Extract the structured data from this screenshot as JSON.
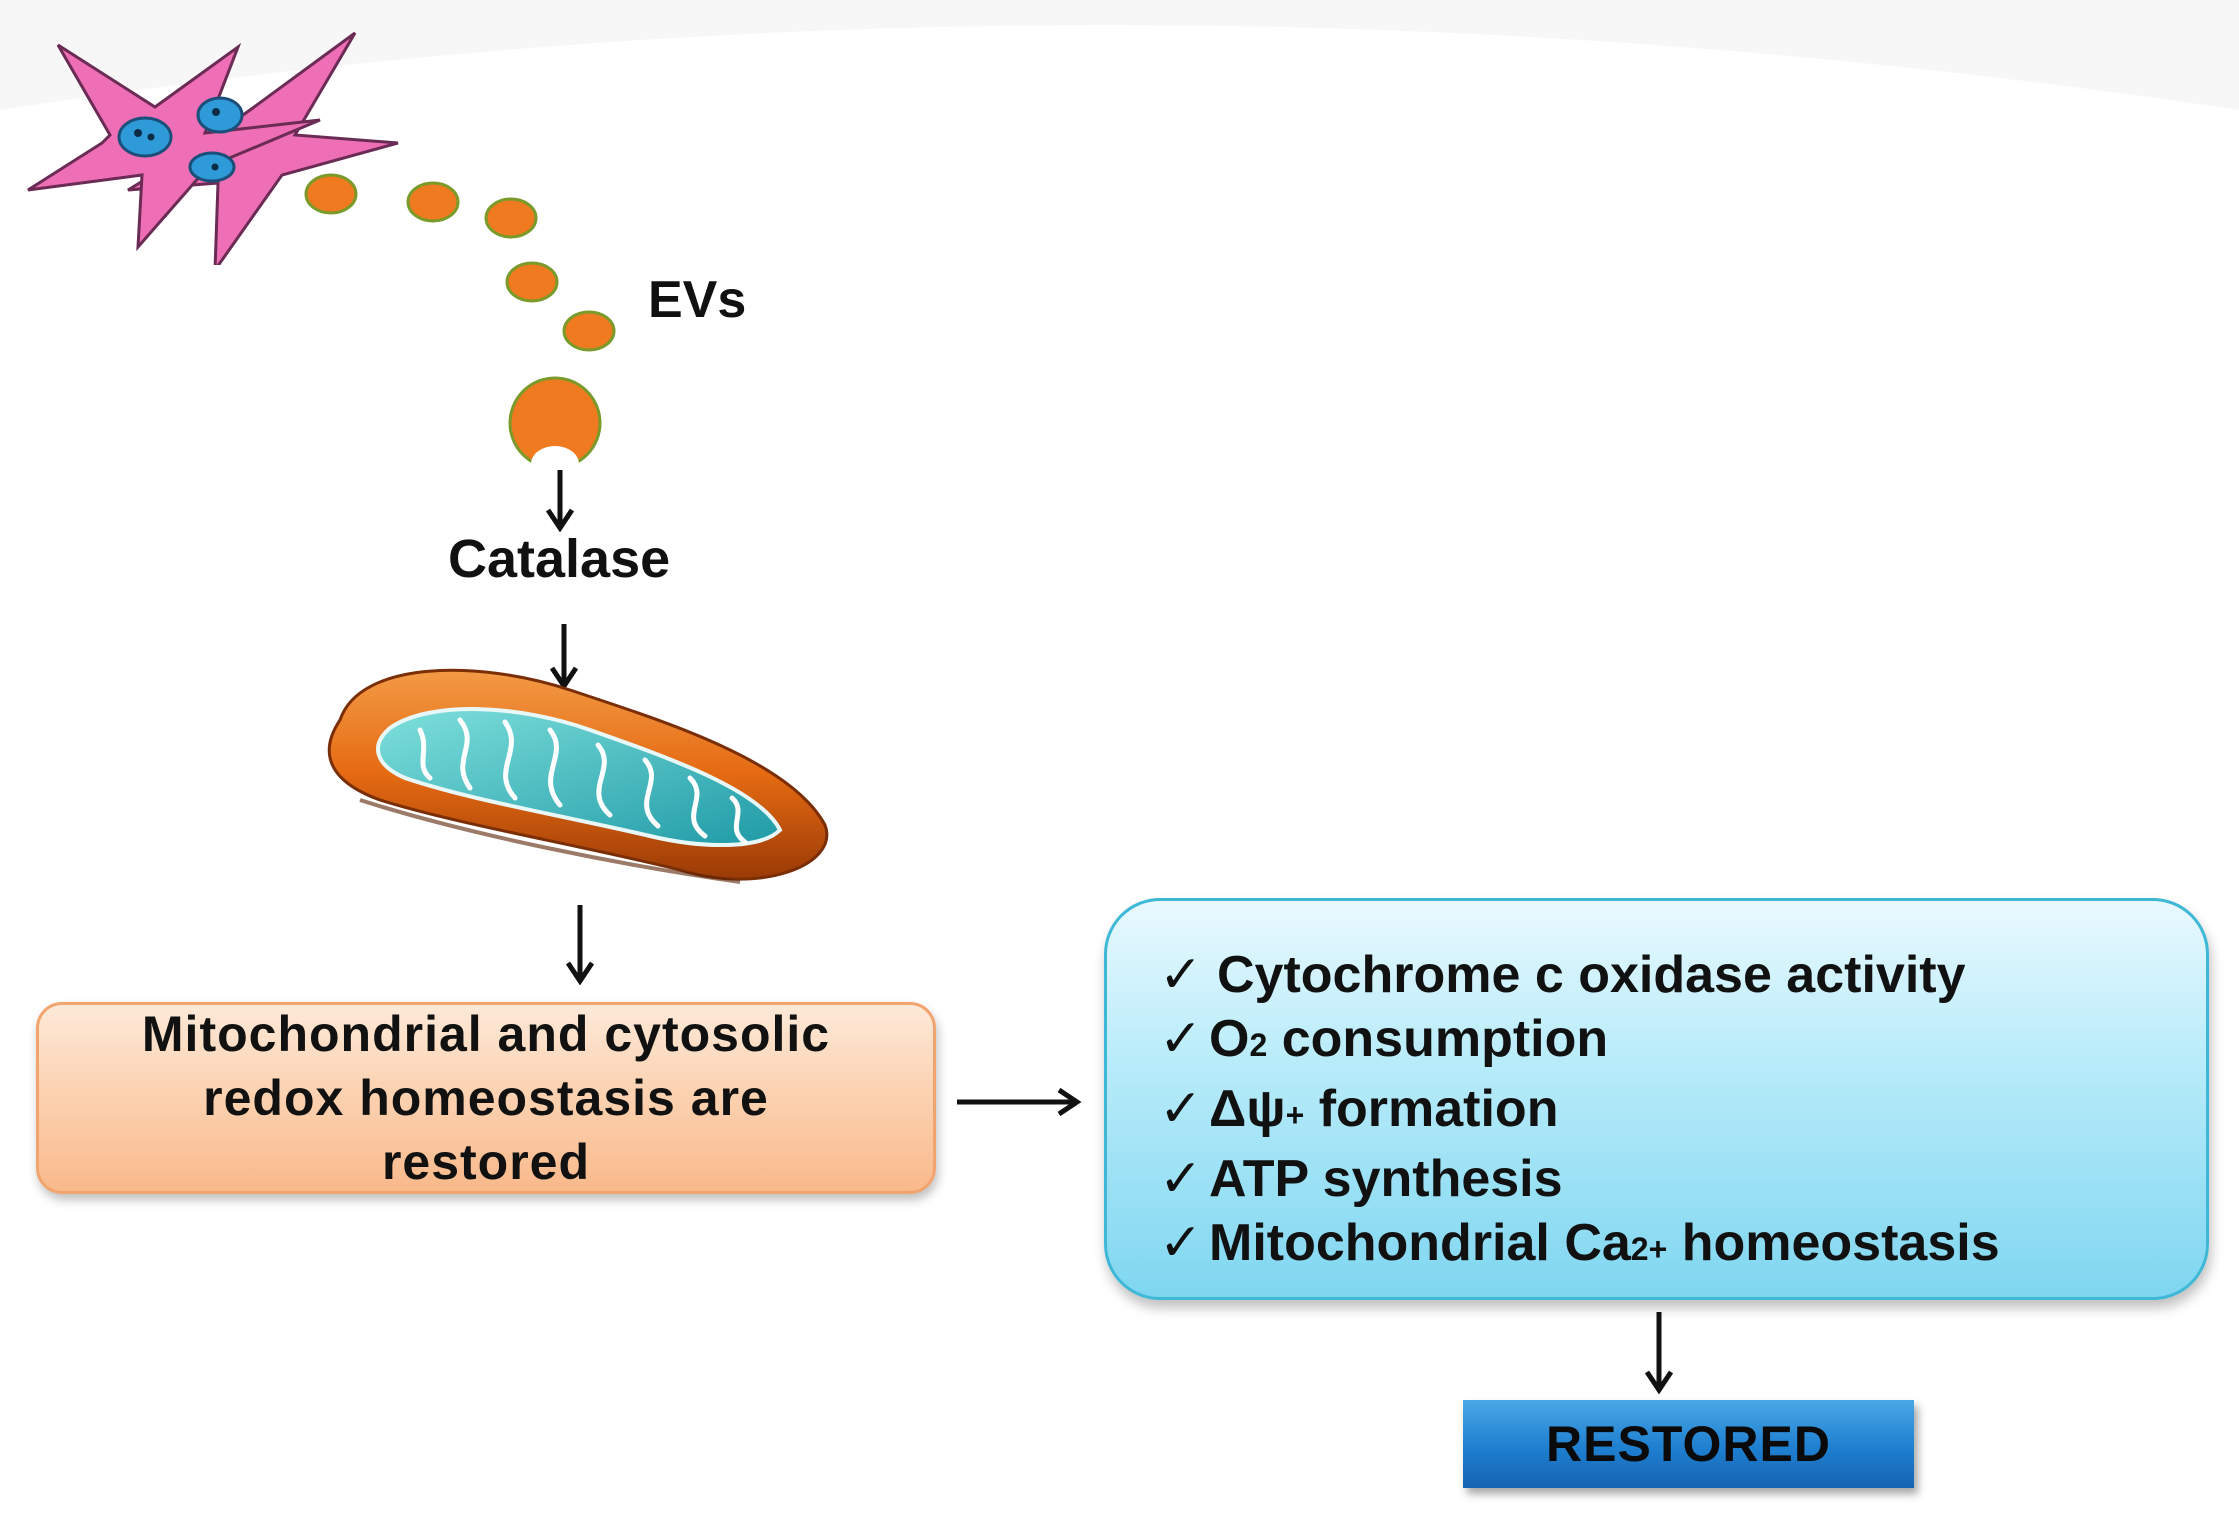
{
  "labels": {
    "evs": "EVs",
    "catalase": "Catalase"
  },
  "redox_box": {
    "line1": "Mitochondrial and cytosolic",
    "line2": "redox homeostasis are",
    "line3": "restored"
  },
  "mito_functions": {
    "items": [
      {
        "check": "✓",
        "text": "Cytochrome c oxidase activity",
        "sub": "",
        "sup": "",
        "tail": ""
      },
      {
        "check": "✓",
        "text": "O",
        "sub": "2",
        "sup": "",
        "tail": " consumption"
      },
      {
        "check": "✓",
        "text": "Δψ",
        "sub": "",
        "sup": "+",
        "tail": " formation"
      },
      {
        "check": "✓",
        "text": "ATP synthesis",
        "sub": "",
        "sup": "",
        "tail": ""
      },
      {
        "check": "✓",
        "text": "Mitochondrial Ca",
        "sub": "",
        "sup": "2+",
        "tail": " homeostasis"
      }
    ]
  },
  "outcome": {
    "label": "RESTORED"
  },
  "colors": {
    "cell": "#ee6fb6",
    "cell_outline": "#6a2b54",
    "nucleus": "#2f9ad8",
    "ev": "#f07a1f",
    "ev_outline": "#7a9a2a",
    "mito_outer": "#e56a12",
    "mito_inner": "#3cc0c0",
    "redox_box": "#fcd3b3",
    "function_box": "#9be2f6",
    "restored_box": "#1f7fd0"
  }
}
